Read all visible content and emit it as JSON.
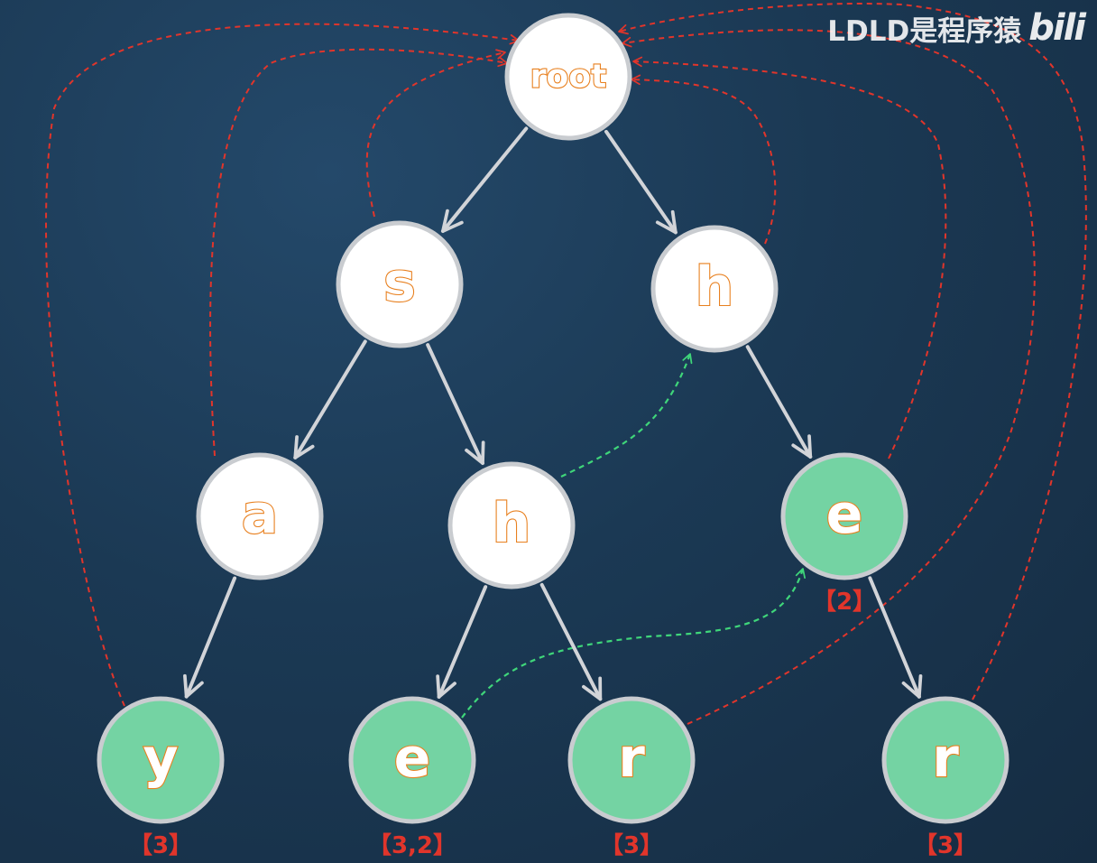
{
  "watermark": {
    "text": "LDLD是程序猿",
    "logo": "bili"
  },
  "colors": {
    "node_fill": "#ffffff",
    "output_node_fill": "#74d3a3",
    "letter_outline": "#e8801f",
    "edge": "#d2d4d8",
    "fail_link": "#e1352b",
    "dict_link": "#3fd67a",
    "output_label": "#e1352b"
  },
  "nodes": [
    {
      "id": "root",
      "label": "root",
      "output": false,
      "output_label": ""
    },
    {
      "id": "s",
      "label": "s",
      "output": false,
      "output_label": ""
    },
    {
      "id": "h1",
      "label": "h",
      "output": false,
      "output_label": ""
    },
    {
      "id": "a",
      "label": "a",
      "output": false,
      "output_label": ""
    },
    {
      "id": "h2",
      "label": "h",
      "output": false,
      "output_label": ""
    },
    {
      "id": "e1",
      "label": "e",
      "output": true,
      "output_label": "【2】"
    },
    {
      "id": "y",
      "label": "y",
      "output": true,
      "output_label": "【3】"
    },
    {
      "id": "e2",
      "label": "e",
      "output": true,
      "output_label": "【3,2】"
    },
    {
      "id": "r1",
      "label": "r",
      "output": true,
      "output_label": "【3】"
    },
    {
      "id": "r2",
      "label": "r",
      "output": true,
      "output_label": "【3】"
    }
  ],
  "edges": [
    {
      "from": "root",
      "to": "s"
    },
    {
      "from": "root",
      "to": "h1"
    },
    {
      "from": "s",
      "to": "a"
    },
    {
      "from": "s",
      "to": "h2"
    },
    {
      "from": "h1",
      "to": "e1"
    },
    {
      "from": "a",
      "to": "y"
    },
    {
      "from": "h2",
      "to": "e2"
    },
    {
      "from": "h2",
      "to": "r1"
    },
    {
      "from": "e1",
      "to": "r2"
    }
  ],
  "fail_links": [
    {
      "from": "s",
      "to": "root",
      "color": "red"
    },
    {
      "from": "h1",
      "to": "root",
      "color": "red"
    },
    {
      "from": "a",
      "to": "root",
      "color": "red"
    },
    {
      "from": "y",
      "to": "root",
      "color": "red"
    },
    {
      "from": "e1",
      "to": "root",
      "color": "red"
    },
    {
      "from": "r1",
      "to": "root",
      "color": "red"
    },
    {
      "from": "r2",
      "to": "root",
      "color": "red"
    },
    {
      "from": "h2",
      "to": "h1",
      "color": "green"
    },
    {
      "from": "e2",
      "to": "e1",
      "color": "green"
    }
  ]
}
